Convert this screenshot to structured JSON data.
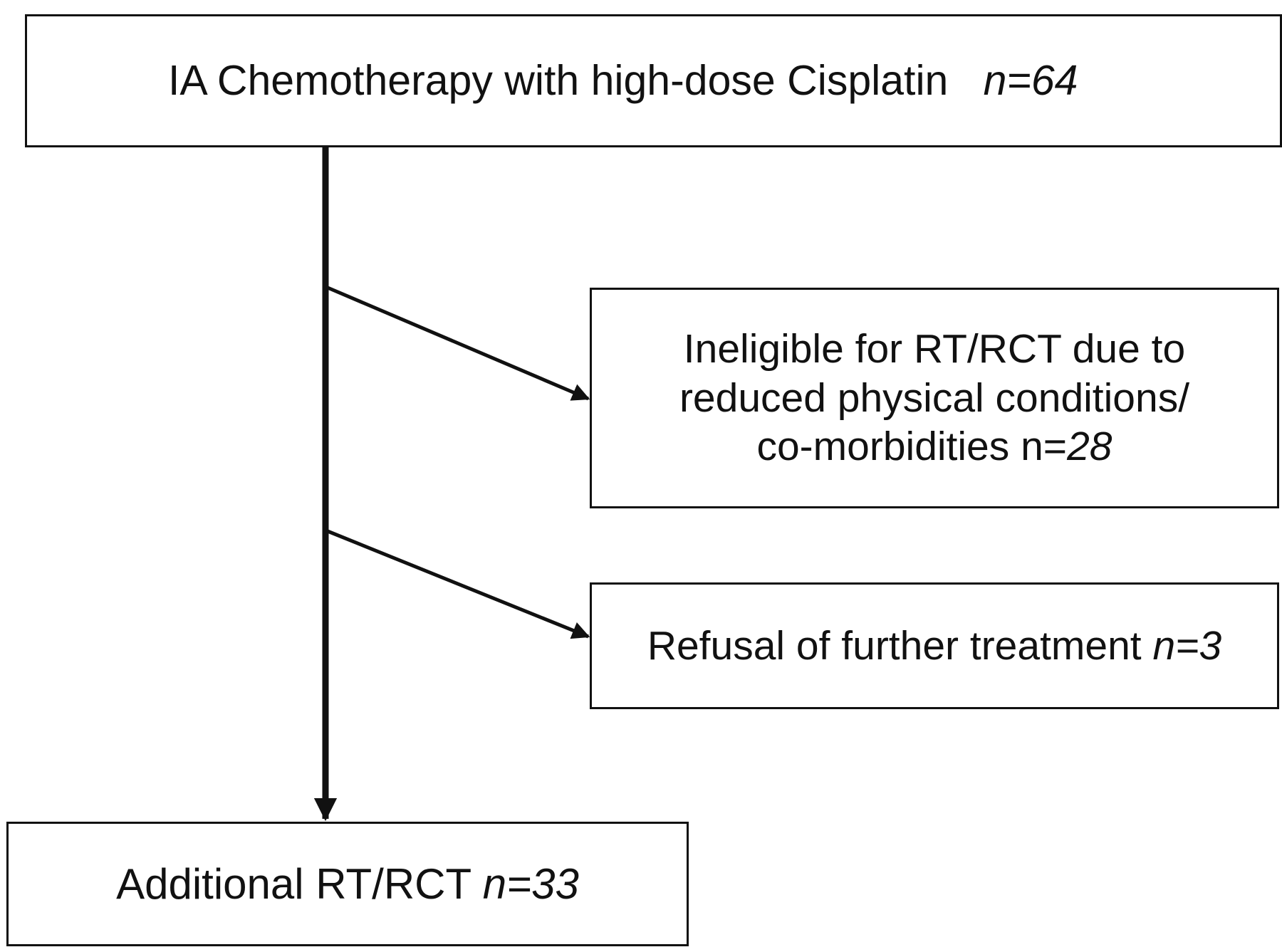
{
  "boxes": {
    "start": {
      "text": "IA Chemotherapy with high-dose Cisplatin",
      "n_text": "n=64"
    },
    "ineligible": {
      "line1": "Ineligible for RT/RCT due to",
      "line2": "reduced physical conditions/",
      "line3_text": "co-morbidities n=",
      "line3_n": "28"
    },
    "refusal": {
      "text": "Refusal of further treatment",
      "n_text": "n=3"
    },
    "additional": {
      "text": "Additional RT/RCT",
      "n_text": "n=33"
    }
  },
  "flow": {
    "main": {
      "from": "start",
      "to": "additional"
    },
    "branches": [
      {
        "to": "ineligible"
      },
      {
        "to": "refusal"
      }
    ]
  },
  "colors": {
    "line": "#111111",
    "box_border": "#111111",
    "background": "#ffffff"
  }
}
